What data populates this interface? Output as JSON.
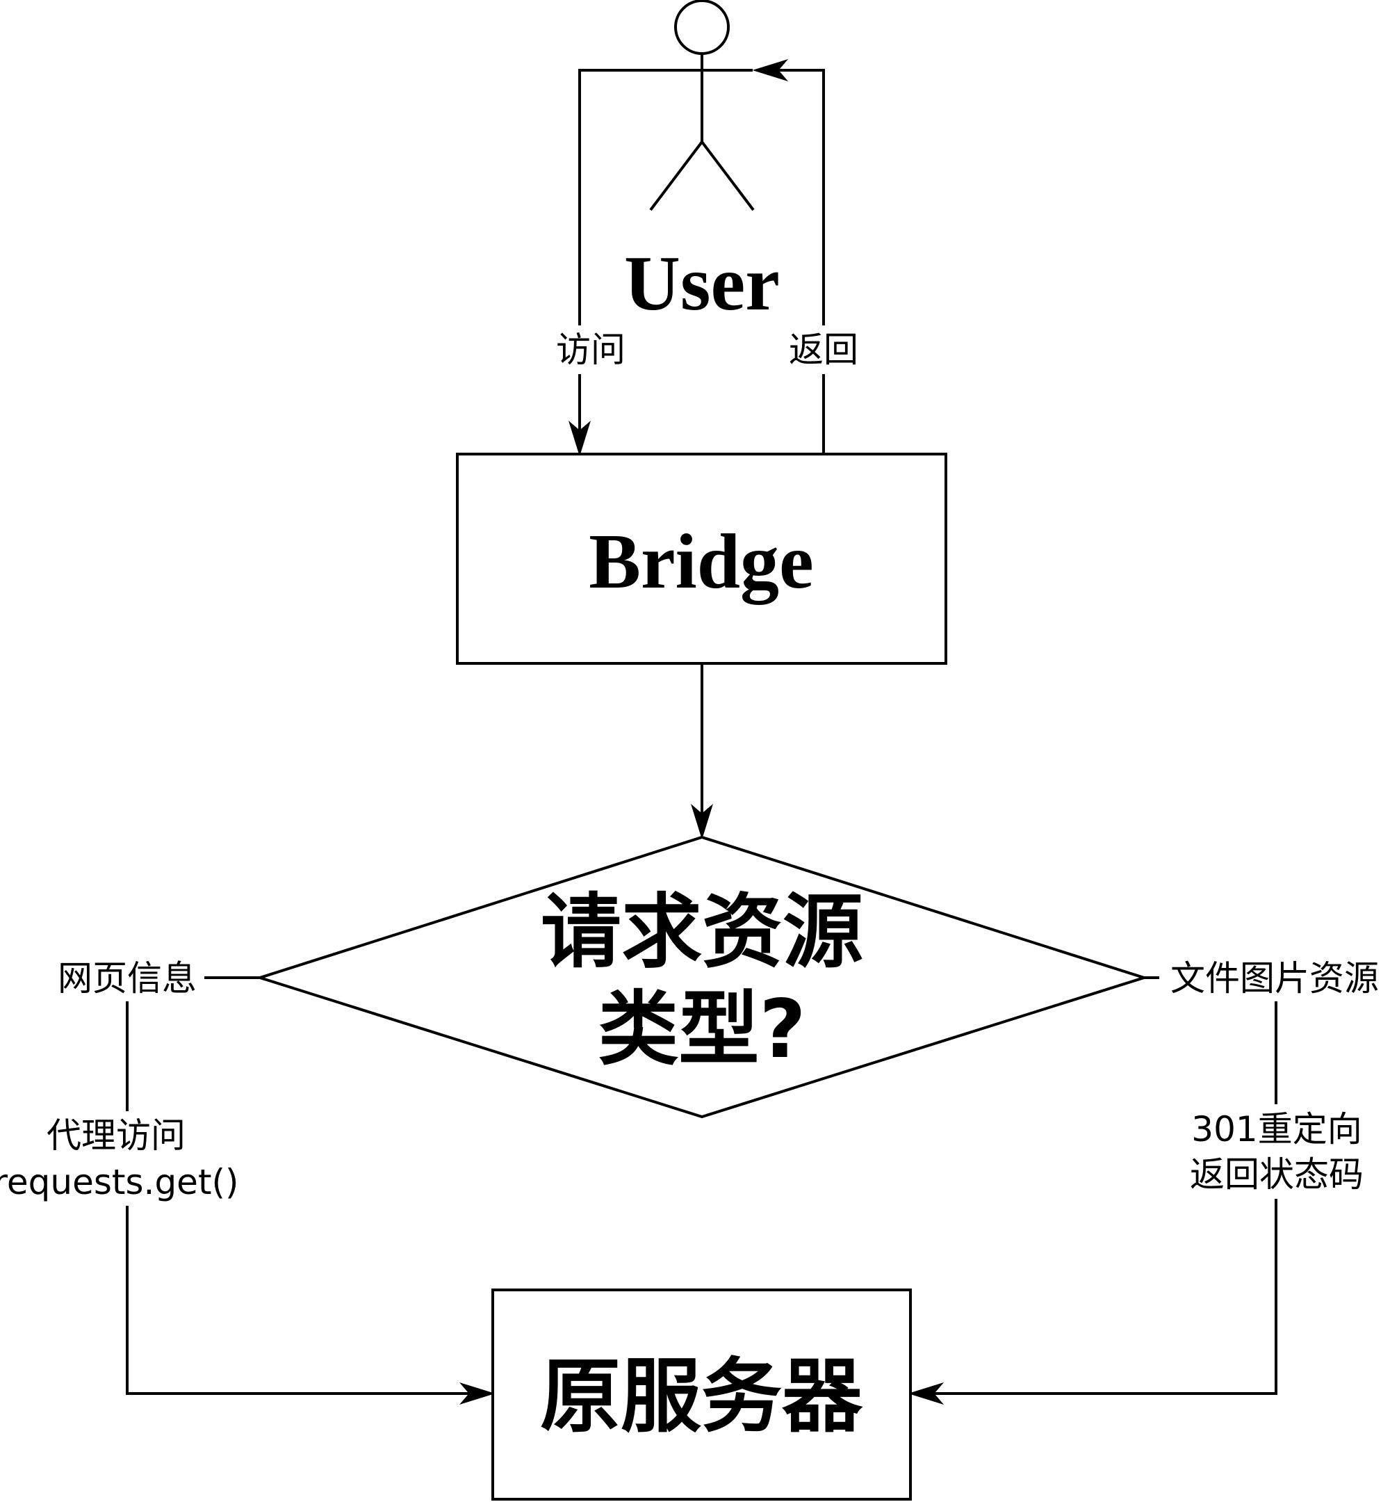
{
  "actor": {
    "label": "User"
  },
  "nodes": {
    "bridge": "Bridge",
    "decision": [
      "请求资源",
      "类型?"
    ],
    "origin_server": "原服务器"
  },
  "edges": {
    "visit": "访问",
    "return": "返回",
    "web_info": "网页信息",
    "file_image": "文件图片资源",
    "proxy": [
      "代理访问",
      "requests.get()"
    ],
    "redirect": [
      "301重定向",
      "返回状态码"
    ]
  }
}
